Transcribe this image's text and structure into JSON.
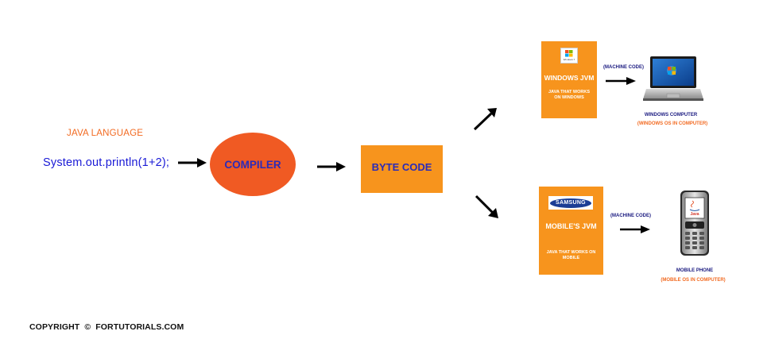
{
  "diagram": {
    "language_label": "JAVA LANGUAGE",
    "code_sample": "System.out.println(1+2);",
    "compiler_label": "COMPILER",
    "bytecode_label": "BYTE CODE",
    "windows": {
      "logo_text": "Windows 7",
      "jvm_title": "WINDOWS JVM",
      "jvm_subtitle": "JAVA THAT WORKS ON WINDOWS",
      "machine_code": "(MACHINE CODE)",
      "device_name": "WINDOWS COMPUTER",
      "device_os": "(WINDOWS OS IN COMPUTER)"
    },
    "mobile": {
      "logo_text": "SAMSUNG",
      "jvm_title": "MOBILE'S JVM",
      "jvm_subtitle": "JAVA THAT WORKS ON MOBILE",
      "machine_code": "(MACHINE CODE)",
      "device_name": "MOBILE PHONE",
      "device_os": "(MOBILE OS IN COMPUTER)",
      "screen_text": "Java"
    },
    "copyright": "COPYRIGHT  ©  FORTUTORIALS.COM"
  }
}
